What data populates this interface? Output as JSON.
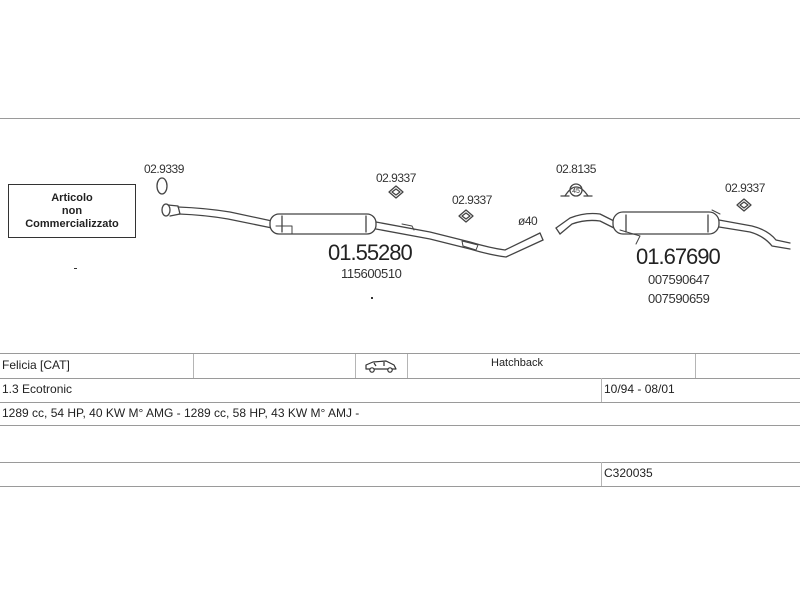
{
  "note_box": {
    "line1": "Articolo",
    "line2": "non",
    "line3": "Commercializzato"
  },
  "parts": {
    "ring_code": "02.9339",
    "rubber_left_code": "02.9337",
    "rubber_mid_code": "02.9337",
    "clamp_code": "02.8135",
    "clamp_size": "45",
    "rubber_right_code": "02.9337",
    "diameter": "ø40",
    "middle_silencer_code": "01.55280",
    "middle_silencer_ref": "115600510",
    "rear_silencer_code": "01.67690",
    "rear_silencer_ref1": "007590647",
    "rear_silencer_ref2": "007590659"
  },
  "vehicle": {
    "model": "Felicia  [CAT]",
    "body": "Hatchback",
    "engine": "1.3 Ecotronic",
    "period": "10/94 - 08/01",
    "specs": "1289 cc, 54 HP, 40 KW M° AMG -  1289 cc, 58 HP, 43 KW M° AMJ -",
    "catalog_code": "C320035"
  },
  "icons": {
    "car": "car-hatchback-icon"
  },
  "colors": {
    "line": "#444444",
    "rule": "#9a9a9a"
  }
}
